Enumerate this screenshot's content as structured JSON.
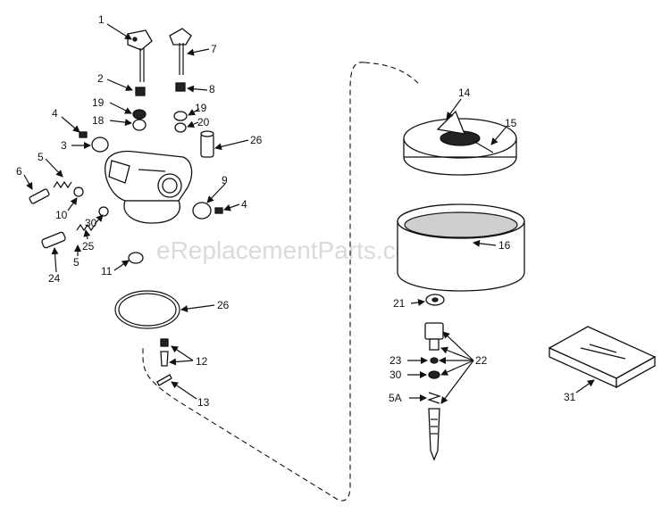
{
  "watermark": "eReplacementParts.com",
  "callouts": [
    "1",
    "2",
    "3",
    "4",
    "5",
    "6",
    "7",
    "8",
    "9",
    "10",
    "11",
    "12",
    "13",
    "14",
    "15",
    "16",
    "19",
    "18",
    "20",
    "21",
    "22",
    "23",
    "24",
    "25",
    "26",
    "30",
    "5A",
    "31"
  ],
  "colors": {
    "ink": "#111111",
    "paper": "#ffffff",
    "watermark": "#bcbcbc"
  }
}
